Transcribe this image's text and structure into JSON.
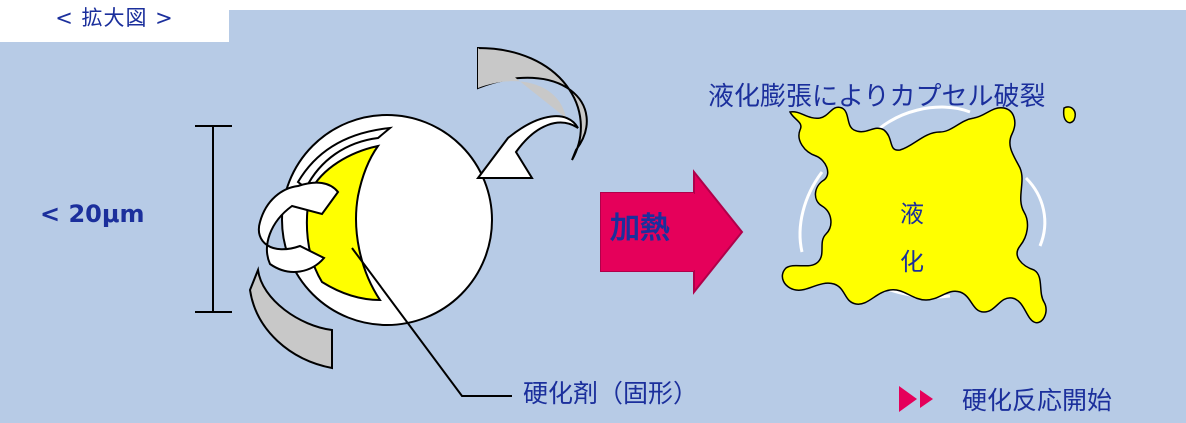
{
  "tab": {
    "label": "< 拡大図 >"
  },
  "size_label": "< 20μm",
  "heat_label": "加熱",
  "hardener_label": "硬化剤（固形）",
  "result_title": "液化膨張によりカプセル破裂",
  "liquid_label": [
    "液",
    "化"
  ],
  "reaction_label": "硬化反応開始",
  "colors": {
    "panel_bg": "#b7cbe6",
    "text": "#1b2f9c",
    "hardener_yellow": "#ffff00",
    "arrow_red": "#e5005a",
    "arrow_gray": "#c8c8c8"
  }
}
